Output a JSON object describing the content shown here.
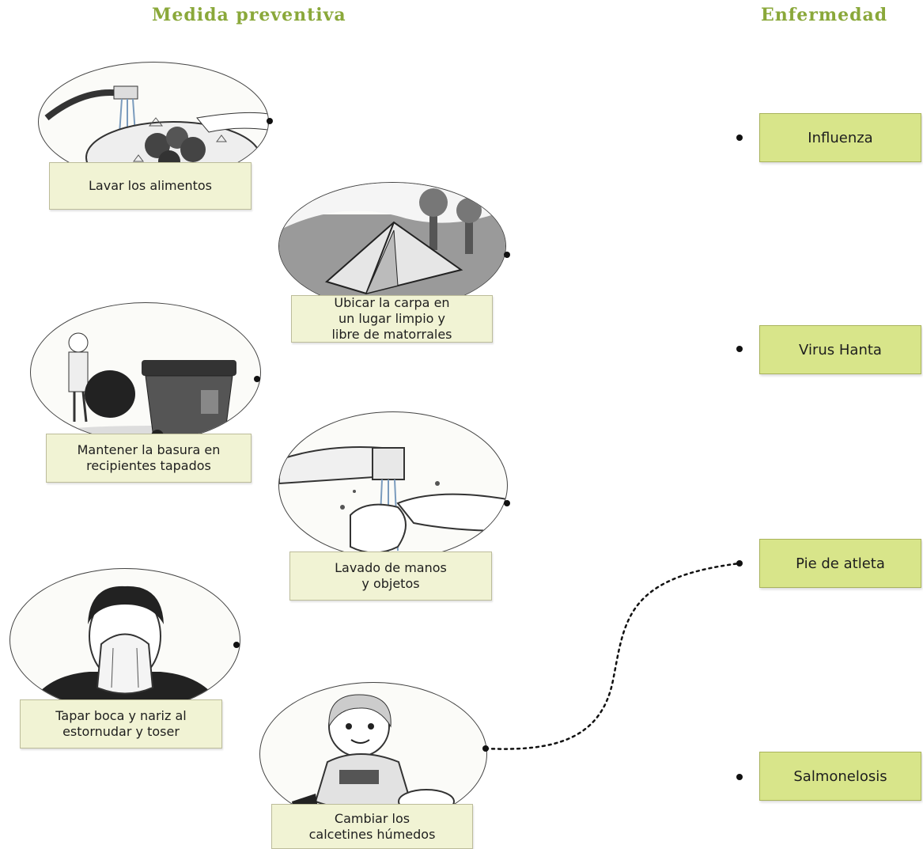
{
  "headings": {
    "left": "Medida preventiva",
    "right": "Enfermedad"
  },
  "measures": [
    {
      "label": "Lavar los alimentos",
      "icon": "washing-food-icon"
    },
    {
      "label": "Ubicar la carpa en\nun lugar limpio y\nlibre de matorrales",
      "icon": "tent-icon"
    },
    {
      "label": "Mantener la basura en\nrecipientes tapados",
      "icon": "trash-bin-icon"
    },
    {
      "label": "Lavado de manos\ny objetos",
      "icon": "hand-washing-icon"
    },
    {
      "label": "Tapar boca y nariz al\nestornudar y toser",
      "icon": "sneezing-person-icon"
    },
    {
      "label": "Cambiar los\ncalcetines húmedos",
      "icon": "changing-socks-icon"
    }
  ],
  "diseases": [
    {
      "label": "Influenza"
    },
    {
      "label": "Virus Hanta"
    },
    {
      "label": "Pie de atleta"
    },
    {
      "label": "Salmonelosis"
    }
  ],
  "colors": {
    "heading": "#8aa83a",
    "measure_label_bg": "#f1f3d4",
    "disease_bg": "#d8e58a",
    "line": "#111111"
  },
  "connections": [
    {
      "from": "Cambiar los\ncalcetines húmedos",
      "to": "Pie de atleta",
      "style": "dotted"
    }
  ]
}
